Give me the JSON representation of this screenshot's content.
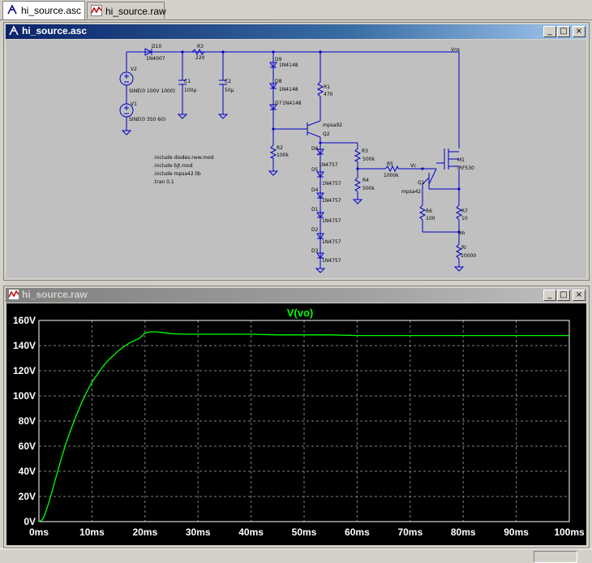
{
  "tabs": [
    {
      "label": "hi_source.asc",
      "active": true,
      "icon": "schematic-icon"
    },
    {
      "label": "hi_source.raw",
      "active": false,
      "icon": "waveform-icon"
    }
  ],
  "schematic_window": {
    "title": "hi_source.asc",
    "buttons": {
      "minimize": "_",
      "maximize": "□",
      "close": "×"
    },
    "node_labels": {
      "vns": "Vns",
      "vc": "Vc",
      "vo": "Vo"
    },
    "components": [
      {
        "ref": "V2",
        "value": "SINE(0 100V 1000)"
      },
      {
        "ref": "V1",
        "value": "SINE(0 350 60)"
      },
      {
        "ref": "D10",
        "value": "1N4007"
      },
      {
        "ref": "R3",
        "value": "220"
      },
      {
        "ref": "C1",
        "value": "100µ"
      },
      {
        "ref": "C2",
        "value": "50µ"
      },
      {
        "ref": "D9",
        "value": "1N4148"
      },
      {
        "ref": "D8",
        "value": "1N4148"
      },
      {
        "ref": "D7",
        "value": "1N4148"
      },
      {
        "ref": "R1",
        "value": "470"
      },
      {
        "ref": "Q2",
        "value": "mpsa92"
      },
      {
        "ref": "R2",
        "value": "100k"
      },
      {
        "ref": "R3",
        "value": "500k"
      },
      {
        "ref": "R4",
        "value": "500k"
      },
      {
        "ref": "R5",
        "value": "1000k"
      },
      {
        "ref": "M1",
        "value": "IRF530"
      },
      {
        "ref": "Q1",
        "value": "mpsa42"
      },
      {
        "ref": "R6",
        "value": "100"
      },
      {
        "ref": "R7",
        "value": "10"
      },
      {
        "ref": "Rl",
        "value": "10000"
      },
      {
        "ref": "D6",
        "value": "1N4757"
      },
      {
        "ref": "D5",
        "value": "1N4757"
      },
      {
        "ref": "D4",
        "value": "1N4757"
      },
      {
        "ref": "D1",
        "value": "1N4757"
      },
      {
        "ref": "D2",
        "value": "1N4757"
      },
      {
        "ref": "D3",
        "value": "1N4757"
      }
    ],
    "directives": [
      ".include diodes.new.mod",
      ".include bjt.mod",
      ".include mpsa42.lib",
      ".tran 0.1"
    ]
  },
  "plot_window": {
    "title": "hi_source.raw",
    "buttons": {
      "minimize": "_",
      "maximize": "□",
      "close": "×"
    }
  },
  "chart_data": {
    "type": "line",
    "title": "V(vo)",
    "x": [
      0,
      0.5,
      1,
      2,
      3,
      4,
      5,
      6,
      7,
      8,
      9,
      10,
      11,
      12,
      13,
      14,
      15,
      16,
      17,
      18,
      19,
      20,
      21,
      22,
      23,
      25,
      28,
      30,
      35,
      40,
      45,
      50,
      55,
      60,
      65,
      70,
      80,
      90,
      100
    ],
    "x_unit": "ms",
    "series": [
      {
        "name": "V(vo)",
        "color": "#00ff00",
        "values": [
          0,
          1,
          4,
          17,
          32,
          47,
          61,
          73,
          84,
          94,
          103,
          111,
          117,
          123,
          128,
          132,
          136,
          139,
          142,
          144,
          146,
          150,
          151,
          151,
          150.5,
          149.5,
          149,
          149,
          149,
          149,
          148.5,
          148.5,
          148.5,
          148,
          148,
          148,
          148,
          148,
          148
        ]
      }
    ],
    "xlim": [
      0,
      100
    ],
    "ylim": [
      0,
      160
    ],
    "x_ticks": [
      "0ms",
      "10ms",
      "20ms",
      "30ms",
      "40ms",
      "50ms",
      "60ms",
      "70ms",
      "80ms",
      "90ms",
      "100ms"
    ],
    "y_ticks": [
      "0V",
      "20V",
      "40V",
      "60V",
      "80V",
      "100V",
      "120V",
      "140V",
      "160V"
    ],
    "grid": true,
    "colors": {
      "background": "#000000",
      "grid": "#808080",
      "axis_text": "#ffffff"
    }
  }
}
